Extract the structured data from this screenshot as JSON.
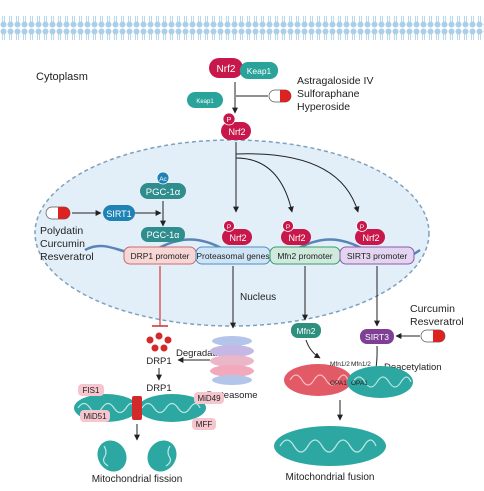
{
  "compartments": {
    "cytoplasm": "Cytoplasm",
    "nucleus": "Nucleus"
  },
  "molecules": {
    "nrf2": "Nrf2",
    "keap1": "Keap1",
    "phospho": "P",
    "acetyl": "Ac",
    "pgc1a": "PGC-1α",
    "sirt1": "SIRT1",
    "sirt3": "SIRT3",
    "mfn2": "Mfn2",
    "drp1": "DRP1",
    "proteasome": "Proteasome",
    "mfn12": "Mfn1/2",
    "opa1": "OPA1",
    "fis1": "FIS1",
    "mid51": "MiD51",
    "mid49": "MiD49",
    "mff": "MFF"
  },
  "genes": {
    "drp1_promoter": "DRP1 promoter",
    "proteasomal_genes": "Proteasomal genes",
    "mfn2_promoter": "Mfn2 promoter",
    "sirt3_promoter": "SIRT3 promoter"
  },
  "compounds": {
    "nrf2_activators": [
      "Astragaloside IV",
      "Sulforaphane",
      "Hyperoside"
    ],
    "sirt1_activators": [
      "Polydatin",
      "Curcumin",
      "Resveratrol"
    ],
    "sirt3_activators": [
      "Curcumin",
      "Resveratrol"
    ]
  },
  "processes": {
    "degradation": "Degradation",
    "deacetylation": "Deacetylation",
    "fission": "Mitochondrial fission",
    "fusion": "Mitochondrial fusion"
  },
  "colors": {
    "nrf2": "#c8174a",
    "keap1": "#2aa39a",
    "sirt1": "#1e83b4",
    "sirt3": "#7e3f95",
    "pgc1a": "#2f8d8d",
    "mito_red": "#e25a66",
    "mito_teal": "#2ca7a2",
    "membrane": "#b7d8ee",
    "nucleus_fill": "#dcecf7",
    "nucleus_edge": "#6a8fb0"
  }
}
